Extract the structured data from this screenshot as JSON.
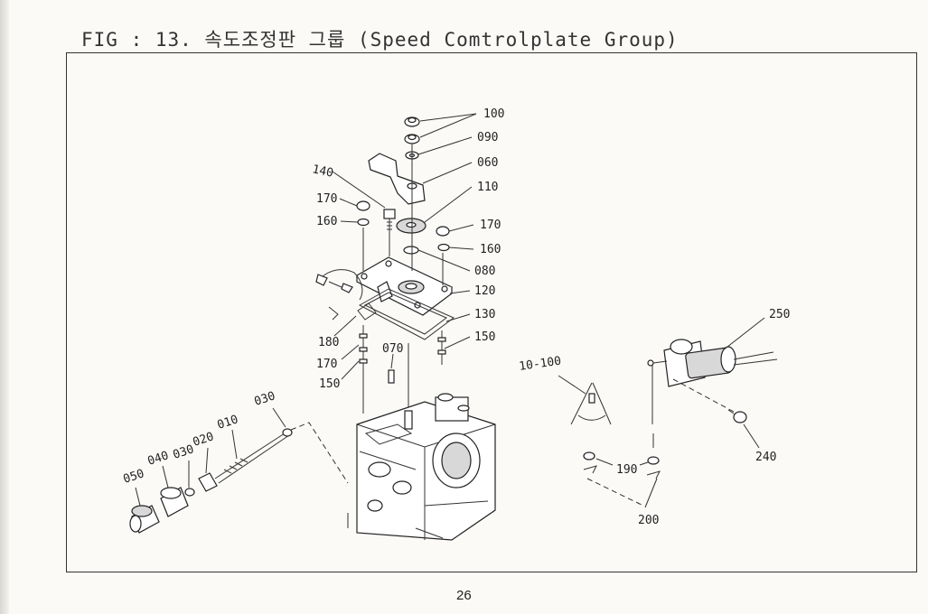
{
  "header": {
    "figure_title": "FIG : 13. 속도조정판 그룹 (Speed Comtrolplate Group)"
  },
  "footer": {
    "page_number": "26"
  },
  "callouts": {
    "c100": "100",
    "c090": "090",
    "c060": "060",
    "c110": "110",
    "c140": "140",
    "c170a": "170",
    "c160a": "160",
    "c170b": "170",
    "c160b": "160",
    "c080": "080",
    "c120": "120",
    "c130": "130",
    "c150a": "150",
    "c180": "180",
    "c170c": "170",
    "c150b": "150",
    "c070": "070",
    "c030a": "030",
    "c010": "010",
    "c020": "020",
    "c030b": "030",
    "c040": "040",
    "c050": "050",
    "c10100": "10-100",
    "c190": "190",
    "c200": "200",
    "c250": "250",
    "c240": "240"
  }
}
